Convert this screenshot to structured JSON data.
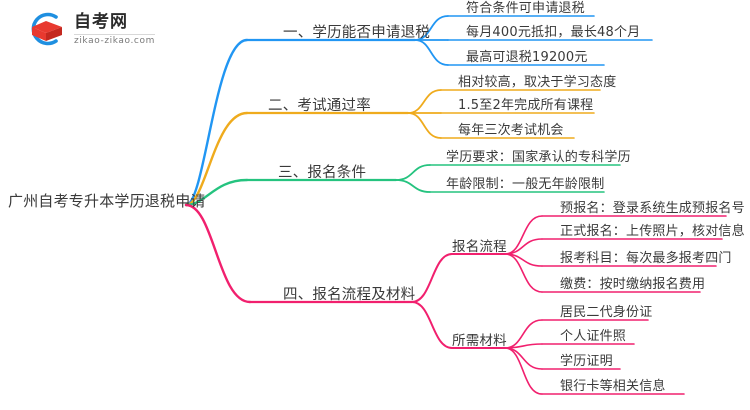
{
  "logo": {
    "title": "自考网",
    "domain": "zikao-zikao.com",
    "mark_colors": {
      "arc": "#1f8fe0",
      "cap": "#e8392f",
      "cap_dark": "#b8231c"
    }
  },
  "mindmap": {
    "root": {
      "label": "广州自考专升本学历退税申请"
    },
    "colors": {
      "branch1": "#2196f3",
      "branch2": "#efab1d",
      "branch3": "#25c37f",
      "branch4": "#f1206e"
    },
    "branches": [
      {
        "label": "一、学历能否申请退税",
        "color": "#2196f3",
        "children": [
          {
            "label": "符合条件可申请退税"
          },
          {
            "label": "每月400元抵扣，最长48个月"
          },
          {
            "label": "最高可退税19200元"
          }
        ]
      },
      {
        "label": "二、考试通过率",
        "color": "#efab1d",
        "children": [
          {
            "label": "相对较高，取决于学习态度"
          },
          {
            "label": "1.5至2年完成所有课程"
          },
          {
            "label": "每年三次考试机会"
          }
        ]
      },
      {
        "label": "三、报名条件",
        "color": "#25c37f",
        "children": [
          {
            "label": "学历要求：国家承认的专科学历"
          },
          {
            "label": "年龄限制：一般无年龄限制"
          }
        ]
      },
      {
        "label": "四、报名流程及材料",
        "color": "#f1206e",
        "groups": [
          {
            "label": "报名流程",
            "children": [
              {
                "label": "预报名：登录系统生成预报名号"
              },
              {
                "label": "正式报名：上传照片，核对信息"
              },
              {
                "label": "报考科目：每次最多报考四门"
              },
              {
                "label": "缴费：按时缴纳报名费用"
              }
            ]
          },
          {
            "label": "所需材料",
            "children": [
              {
                "label": "居民二代身份证"
              },
              {
                "label": "个人证件照"
              },
              {
                "label": "学历证明"
              },
              {
                "label": "银行卡等相关信息"
              }
            ]
          }
        ]
      }
    ]
  }
}
